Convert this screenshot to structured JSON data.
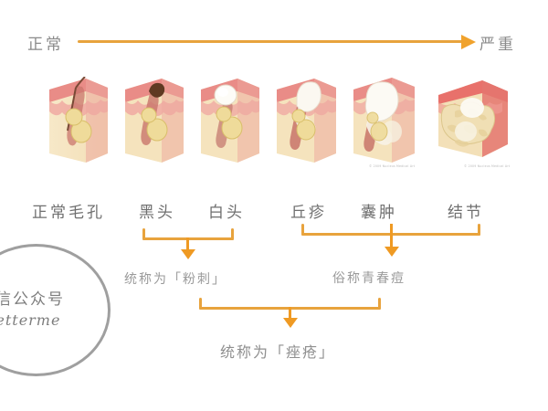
{
  "axis": {
    "start_label": "正常",
    "end_label": "严重",
    "arrow_color": "#e8a33d"
  },
  "stages": [
    {
      "label": "正常毛孔",
      "kind": "normal-pore"
    },
    {
      "label": "黑头",
      "kind": "blackhead"
    },
    {
      "label": "白头",
      "kind": "whitehead"
    },
    {
      "label": "丘疹",
      "kind": "papule"
    },
    {
      "label": "囊肿",
      "kind": "cyst"
    },
    {
      "label": "结节",
      "kind": "nodule"
    }
  ],
  "brackets": {
    "comedone": {
      "caption": "统称为「粉刺」"
    },
    "pimple": {
      "caption": "俗称青春痘"
    },
    "acne": {
      "caption": "统称为「痤疮」"
    }
  },
  "watermark": {
    "line1": "微信公众号",
    "line2": "ibetterme"
  },
  "credits": {
    "block5": "© 2009  Nucleus Medical Art",
    "block6": "© 2009  Nucleus Medical Art"
  },
  "colors": {
    "accent": "#e8a33d",
    "arrow": "#ef9a23",
    "text": "#8d8d8d",
    "skin_top": "#e78b87",
    "skin_body": "#f5e2bd",
    "gland": "#ecd588"
  }
}
